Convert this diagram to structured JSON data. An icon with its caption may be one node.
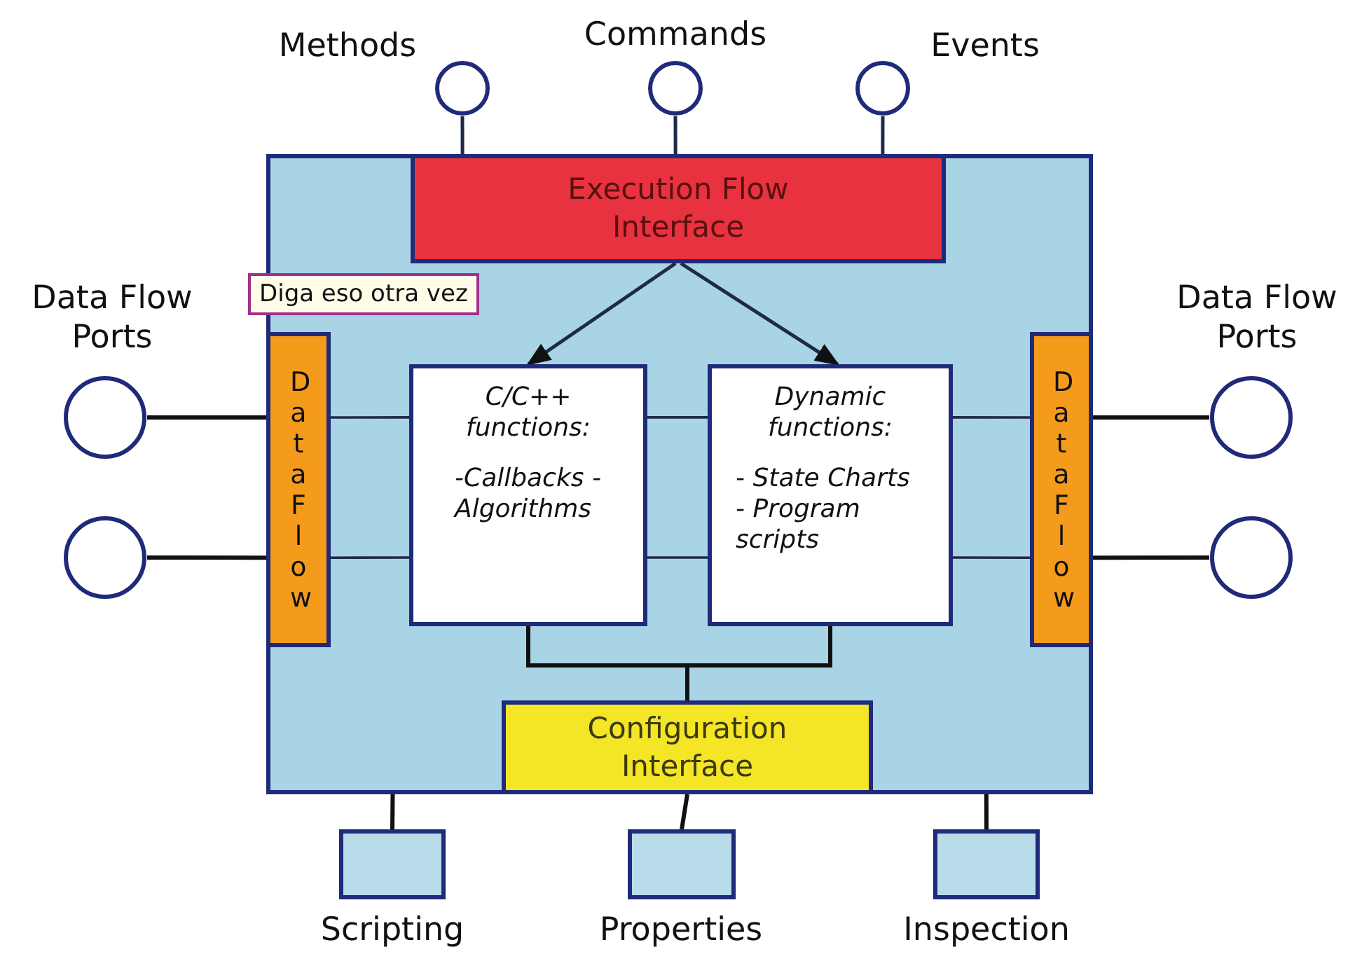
{
  "diagram": {
    "nodes": [
      {
        "text": [],
        "shape": "box"
      },
      {
        "text": [
          "Execution Flow Interface"
        ],
        "in": 0
      },
      {
        "text": [
          "Data Flow"
        ],
        "in": 0
      },
      {
        "text": [
          "C/C++ functions:",
          "-Callbacks -Algorithms"
        ],
        "in": 0
      },
      {
        "text": [
          "Dynamic functions:",
          "- State Charts - Program scripts"
        ],
        "in": 0
      },
      {
        "text": [
          "Data Flow"
        ],
        "in": 0
      },
      {
        "text": [
          "Configuration Interface"
        ],
        "in": 0
      },
      {
        "text": [
          "Methods"
        ]
      },
      {
        "text": [
          "Commands"
        ]
      },
      {
        "text": [
          "Events"
        ]
      },
      {
        "text": [
          "Data Flow Ports"
        ]
      },
      {
        "text": [],
        "shape": "circle"
      },
      {
        "text": [
          "Data Flow Ports"
        ]
      },
      {
        "text": [],
        "shape": "circle"
      },
      {
        "text": [
          "Scripting"
        ]
      },
      {
        "text": [
          "Properties"
        ]
      },
      {
        "text": [
          "Inspection"
        ]
      }
    ],
    "edges": [
      {
        "from": 7,
        "to": 1,
        "arrow": "none"
      },
      {
        "from": 8,
        "to": 1,
        "arrow": "none"
      },
      {
        "from": 9,
        "to": 1,
        "arrow": "none"
      },
      {
        "from": 10,
        "to": 2,
        "arrow": "none"
      },
      {
        "from": 11,
        "to": 2,
        "arrow": "none"
      },
      {
        "from": 2,
        "to": 3,
        "arrow": "none"
      },
      {
        "from": 2,
        "to": 3,
        "arrow": "none"
      },
      {
        "from": 3,
        "to": 4,
        "arrow": "none"
      },
      {
        "from": 3,
        "to": 4,
        "arrow": "none"
      },
      {
        "from": 4,
        "to": 5,
        "arrow": "none"
      },
      {
        "from": 4,
        "to": 5,
        "arrow": "none"
      },
      {
        "from": 5,
        "to": 12,
        "arrow": "none"
      },
      {
        "from": 5,
        "to": 13,
        "arrow": "none"
      },
      {
        "from": 1,
        "to": 3,
        "arrow": "to"
      },
      {
        "from": 1,
        "to": 4,
        "arrow": "to"
      },
      {
        "from": 3,
        "to": 6,
        "arrow": "none"
      },
      {
        "from": 4,
        "to": 6,
        "arrow": "none"
      },
      {
        "from": 0,
        "to": 14,
        "arrow": "none"
      },
      {
        "from": 6,
        "to": 15,
        "arrow": "none"
      },
      {
        "from": 0,
        "to": 16,
        "arrow": "none"
      }
    ],
    "labels": [
      "Diga eso otra vez"
    ]
  }
}
